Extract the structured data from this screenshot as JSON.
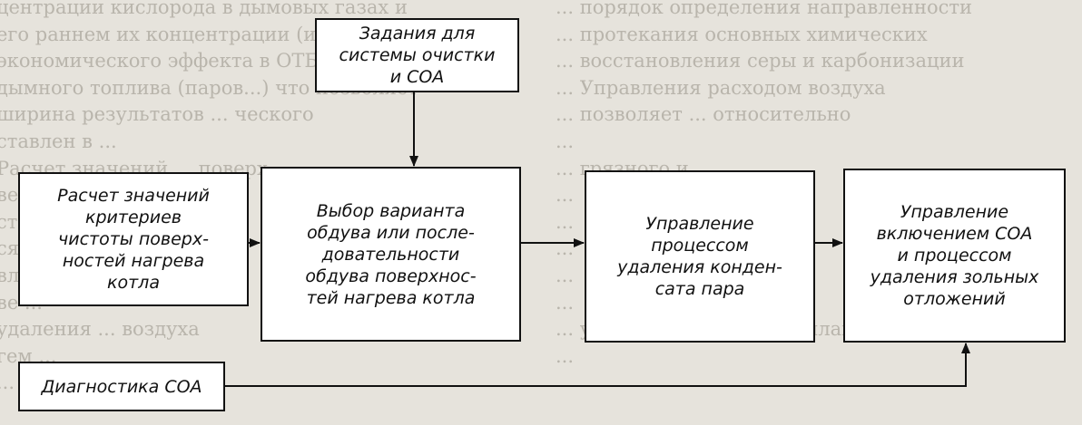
{
  "background_text": {
    "left_column": [
      "центрации кислорода в дымовых газах и",
      "его раннем их концентрации (и) ... на",
      "экономического эффекта в ОТБ, ... стей",
      "дымного топлива (паров...) что позволяет",
      "ширина результатов ... ческого",
      "ставлен в ... ",
      "Расчет значений ... поверх",
      "ведения ... воздуха",
      "стен ... ",
      "ся рабочей ... ",
      "влетства ... ",
      "ве ... ",
      "удаления ... воздуха",
      "гем ... ",
      "... "
    ],
    "right_column": [
      "... порядок определения направленности",
      "... протекания основных химических",
      "... восстановления серы и карбонизации",
      "... Управления расходом воздуха",
      "... позволяет ... относительно",
      "... ",
      "... грязного и ... ",
      "... ",
      "... ",
      "... ",
      "... ",
      "... ",
      "... управления расходом пламени",
      "... "
    ]
  },
  "diagram": {
    "nodes": {
      "tasks": "Задания для\nсистемы очистки\nи СОА",
      "criteria": "Расчет значений\nкритериев\nчистоты поверх-\nностей нагрева\nкотла",
      "selection": "Выбор варианта\nобдува или после-\nдовательности\nобдува поверхнос-\nтей нагрева котла",
      "condensate": "Управление\nпроцессом\nудаления конден-\nсата пара",
      "control": "Управление\nвключением СОА\nи процессом\nудаления зольных\nотложений",
      "diagnostics": "Диагностика СОА"
    },
    "edges": [
      {
        "from": "tasks",
        "to": "selection"
      },
      {
        "from": "criteria",
        "to": "selection"
      },
      {
        "from": "selection",
        "to": "condensate"
      },
      {
        "from": "condensate",
        "to": "control"
      },
      {
        "from": "diagnostics",
        "to": "control"
      }
    ]
  }
}
